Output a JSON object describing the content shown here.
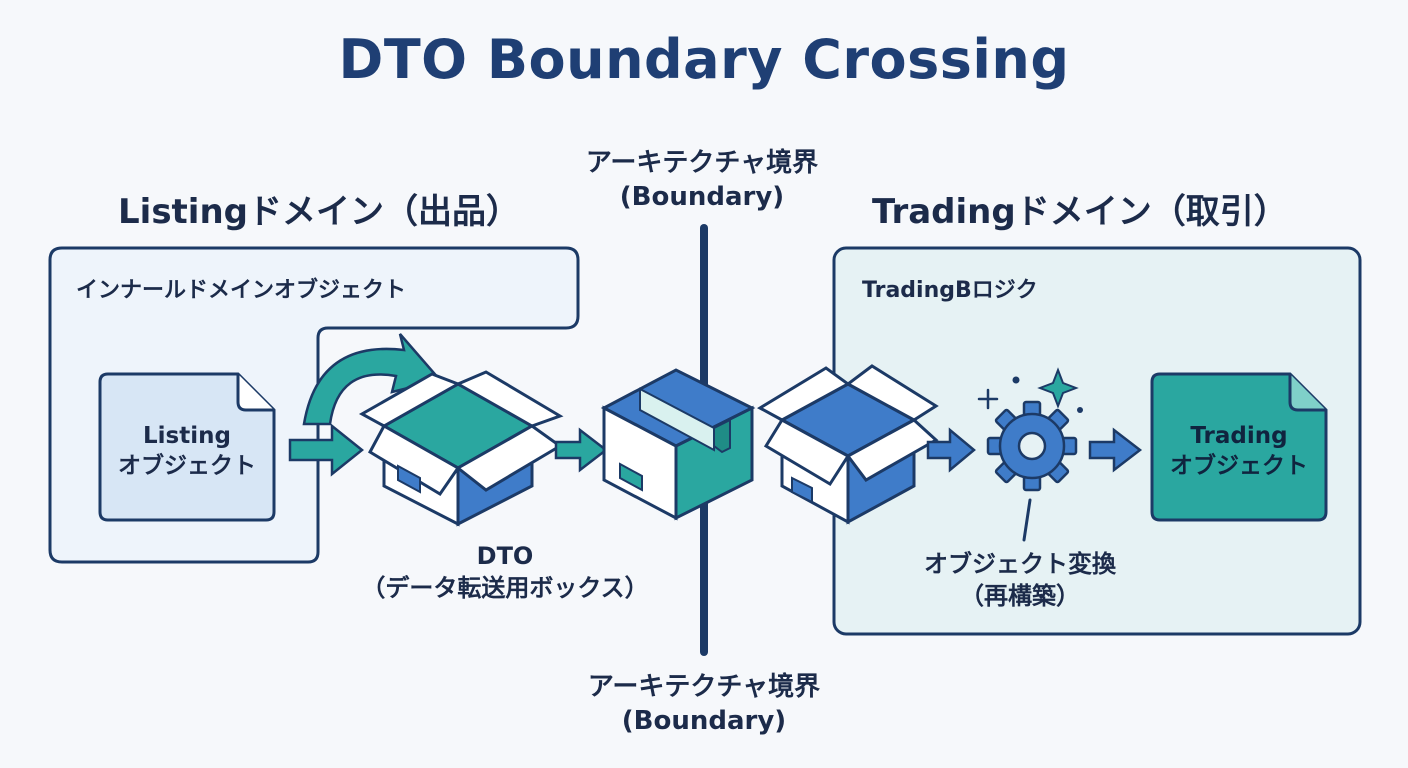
{
  "title": "DTO Boundary Crossing",
  "listing_domain": {
    "heading": "Listingドメイン（出品）",
    "inner_label": "インナールドメインオブジェクト",
    "object_line1": "Listing",
    "object_line2": "オブジェクト"
  },
  "boundary": {
    "top_line1": "アーキテクチャ境界",
    "top_line2": "(Boundary)",
    "bottom_line1": "アーキテクチャ境界",
    "bottom_line2": "(Boundary)"
  },
  "dto": {
    "line1": "DTO",
    "line2": "（データ転送用ボックス）"
  },
  "trading_domain": {
    "heading": "Tradingドメイン（取引）",
    "inner_label": "TradingBロジク",
    "object_line1": "Trading",
    "object_line2": "オブジェクト",
    "transform_line1": "オブジェクト変換",
    "transform_line2": "（再構築）"
  },
  "colors": {
    "navy": "#1f3f74",
    "outline": "#1c3a66",
    "teal": "#2aa7a0",
    "blue": "#3f7cc9",
    "light_panel": "#eef4fb",
    "teal_panel": "#e8f4f5"
  },
  "icons": [
    "document-icon",
    "curved-arrow-icon",
    "arrow-right-icon",
    "open-box-icon",
    "closed-box-icon",
    "gear-icon",
    "sparkle-icon"
  ]
}
